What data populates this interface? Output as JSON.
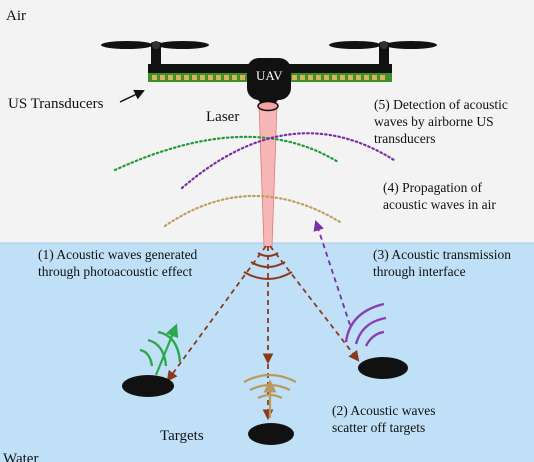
{
  "regions": {
    "air": "Air",
    "water": "Water"
  },
  "labels": {
    "us_transducers": "US Transducers",
    "laser": "Laser",
    "uav": "UAV",
    "targets": "Targets"
  },
  "steps": {
    "s1": {
      "line1": "(1) Acoustic waves generated",
      "line2": "through photoacoustic effect"
    },
    "s2": {
      "line1": "(2) Acoustic waves",
      "line2": "scatter off targets"
    },
    "s3": {
      "line1": "(3) Acoustic transmission",
      "line2": "through interface"
    },
    "s4": {
      "line1": "(4) Propagation of",
      "line2": "acoustic waves in air"
    },
    "s5": {
      "line1": "(5) Detection of acoustic",
      "line2": "waves by airborne US",
      "line3": "transducers"
    }
  },
  "colors": {
    "air_bg": "#f3f3f3",
    "water_bg": "#bfe0f7",
    "laser": "#f7b6b6",
    "source_wave": "#8b3a1e",
    "target_green": "#2aa84a",
    "target_tan": "#b89a5e",
    "target_purple": "#8a3fb0",
    "air_wave_green": "#1e9c3a",
    "air_wave_purple": "#7a2fa8",
    "air_wave_tan": "#c0a060",
    "transducer": "#3f8f2a"
  }
}
